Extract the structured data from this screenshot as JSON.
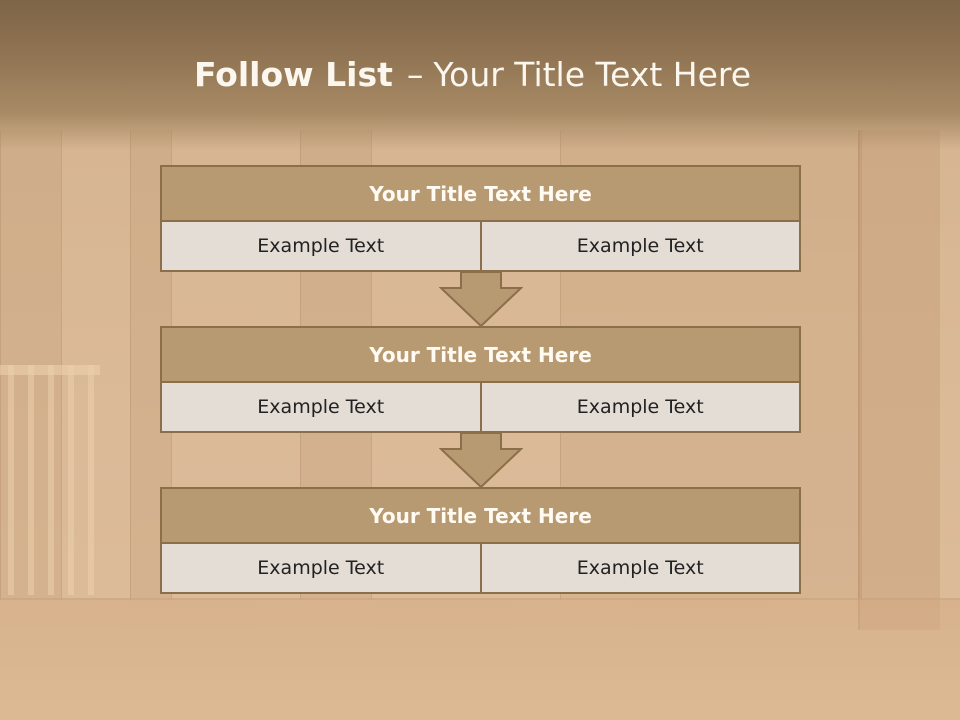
{
  "slide": {
    "title_bold": "Follow List",
    "title_separator": "–",
    "title_rest": "Your Title Text Here"
  },
  "blocks": [
    {
      "title": "Your Title Text Here",
      "left_text": "Example Text",
      "right_text": "Example Text"
    },
    {
      "title": "Your Title Text Here",
      "left_text": "Example Text",
      "right_text": "Example Text"
    },
    {
      "title": "Your Title Text Here",
      "left_text": "Example Text",
      "right_text": "Example Text"
    }
  ],
  "colors": {
    "header": "#8f7352",
    "block_title": "#b89a72",
    "cell": "#e3ddd5",
    "border": "#8b6f4a",
    "arrow": "#b89a72"
  }
}
